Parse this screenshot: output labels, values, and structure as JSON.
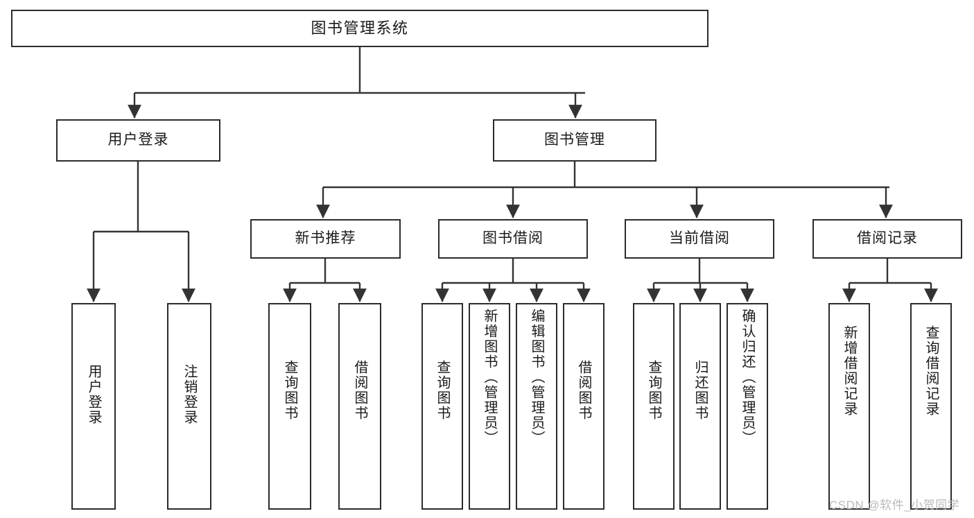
{
  "diagram": {
    "title": "图书管理系统",
    "watermark": "CSDN @软件_小贺同学",
    "colors": {
      "box_border": "#2b2b2b",
      "box_fill": "#ffffff",
      "connector": "#333333",
      "text": "#1a1a1a",
      "watermark": "#b9b9b9"
    },
    "root": {
      "id": "root",
      "label": "图书管理系统"
    },
    "level2": [
      {
        "id": "login",
        "label": "用户登录"
      },
      {
        "id": "book-mgmt",
        "label": "图书管理"
      }
    ],
    "level3": [
      {
        "id": "new-book-rec",
        "label": "新书推荐",
        "parent": "book-mgmt"
      },
      {
        "id": "book-borrow",
        "label": "图书借阅",
        "parent": "book-mgmt"
      },
      {
        "id": "current-borrow",
        "label": "当前借阅",
        "parent": "book-mgmt"
      },
      {
        "id": "borrow-record",
        "label": "借阅记录",
        "parent": "book-mgmt"
      }
    ],
    "leaves": [
      {
        "id": "leaf-user-login",
        "label": "用户登录",
        "parent": "login"
      },
      {
        "id": "leaf-user-logout",
        "label": "注销登录",
        "parent": "login"
      },
      {
        "id": "leaf-query-book-1",
        "label": "查询图书",
        "parent": "new-book-rec"
      },
      {
        "id": "leaf-borrow-book-1",
        "label": "借阅图书",
        "parent": "new-book-rec"
      },
      {
        "id": "leaf-query-book-2",
        "label": "查询图书",
        "parent": "book-borrow"
      },
      {
        "id": "leaf-add-book",
        "label": "新增图书（管理员）",
        "parent": "book-borrow"
      },
      {
        "id": "leaf-edit-book",
        "label": "编辑图书（管理员）",
        "parent": "book-borrow"
      },
      {
        "id": "leaf-borrow-book-2",
        "label": "借阅图书",
        "parent": "book-borrow"
      },
      {
        "id": "leaf-query-book-3",
        "label": "查询图书",
        "parent": "current-borrow"
      },
      {
        "id": "leaf-return-book",
        "label": "归还图书",
        "parent": "current-borrow"
      },
      {
        "id": "leaf-confirm-return",
        "label": "确认归还（管理员）",
        "parent": "current-borrow"
      },
      {
        "id": "leaf-add-record",
        "label": "新增借阅记录",
        "parent": "borrow-record"
      },
      {
        "id": "leaf-query-record",
        "label": "查询借阅记录",
        "parent": "borrow-record"
      }
    ]
  }
}
